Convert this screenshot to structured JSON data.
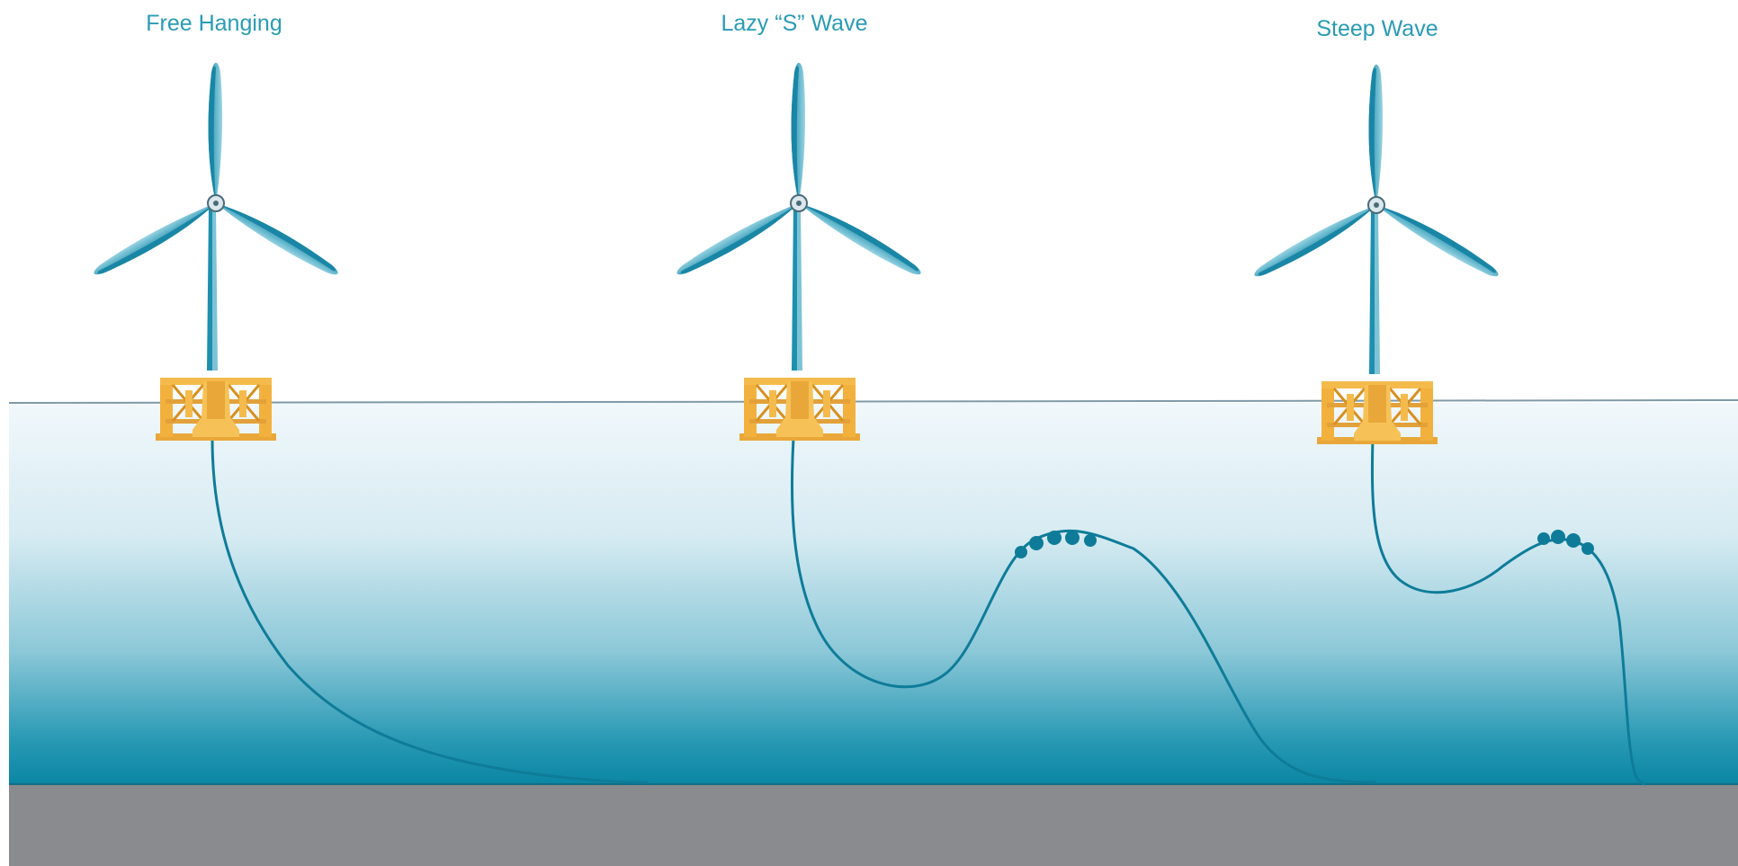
{
  "configurations": [
    {
      "label": "Free Hanging"
    },
    {
      "label": "Lazy “S” Wave"
    },
    {
      "label": "Steep Wave"
    }
  ],
  "colors": {
    "label_text": "#2a9bb4",
    "turbine_blade": "#1e8fae",
    "turbine_blade_light": "#8fd0e0",
    "cable": "#0e7c99",
    "buoyancy_module": "#0e7c99",
    "platform": "#f2b13d",
    "platform_dark": "#d8901f",
    "water_top": "#eef7fb",
    "water_bottom": "#0a86a3",
    "seabed": "#898b8f",
    "waterline": "#7f9aa6"
  },
  "icons": [
    "wind-turbine-icon",
    "floating-platform-icon",
    "buoyancy-module-icon"
  ]
}
